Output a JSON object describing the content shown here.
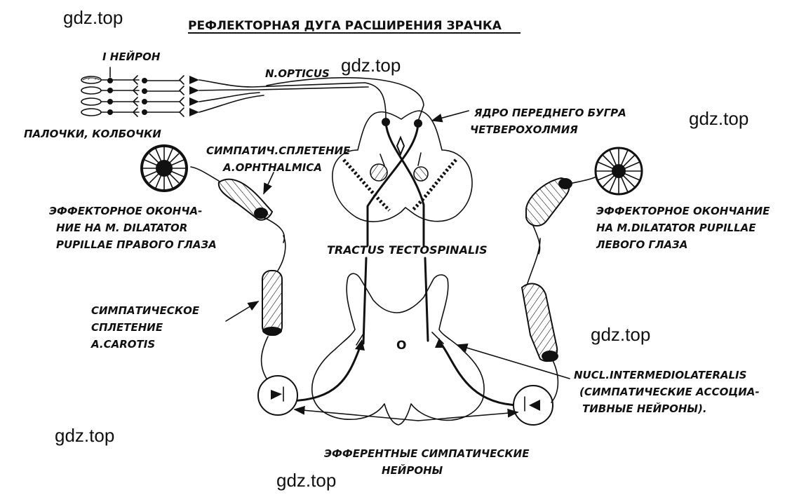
{
  "title": "РЕФЛЕКТОРНАЯ ДУГА РАСШИРЕНИЯ ЗРАЧКА",
  "watermark": "gdz.top",
  "labels": {
    "neuron_1": "I НЕЙРОН",
    "n_opticus": "N.OPTICUS",
    "rods_cones": "ПАЛОЧКИ, КОЛБОЧКИ",
    "nucleus_line1": "ЯДРО ПЕРЕДНЕГО БУГРА",
    "nucleus_line2": "ЧЕТВЕРОХОЛМИЯ",
    "symp_ophth_line1": "СИМПАТИЧ.СПЛЕТЕНИЕ",
    "symp_ophth_line2": "A.OPHTHALMICA",
    "eff_right_line1": "ЭФФЕКТОРНОЕ ОКОНЧА-",
    "eff_right_line2": "НИЕ НА M. DILATATOR",
    "eff_right_line3": "PUPILLAE ПРАВОГО ГЛАЗА",
    "eff_left_line1": "ЭФФЕКТОРНОЕ ОКОНЧАНИЕ",
    "eff_left_line2": "НА M.DILATATOR PUPILLAE",
    "eff_left_line3": "ЛЕВОГО ГЛАЗА",
    "tract": "TRACTUS TECTOSPINALIS",
    "symp_carotis_line1": "СИМПАТИЧЕСКОЕ",
    "symp_carotis_line2": "СПЛЕТЕНИЕ",
    "symp_carotis_line3": "A.CAROTIS",
    "nucl_line1": "NUCL.INTERMEDIOLATERALIS",
    "nucl_line2": "(СИМПАТИЧЕСКИЕ АССОЦИА-",
    "nucl_line3": "ТИВНЫЕ НЕЙРОНЫ).",
    "efferent_line1": "ЭФФЕРЕНТНЫЕ СИМПАТИЧЕСКИЕ",
    "efferent_line2": "НЕЙРОНЫ",
    "canal": "О"
  }
}
